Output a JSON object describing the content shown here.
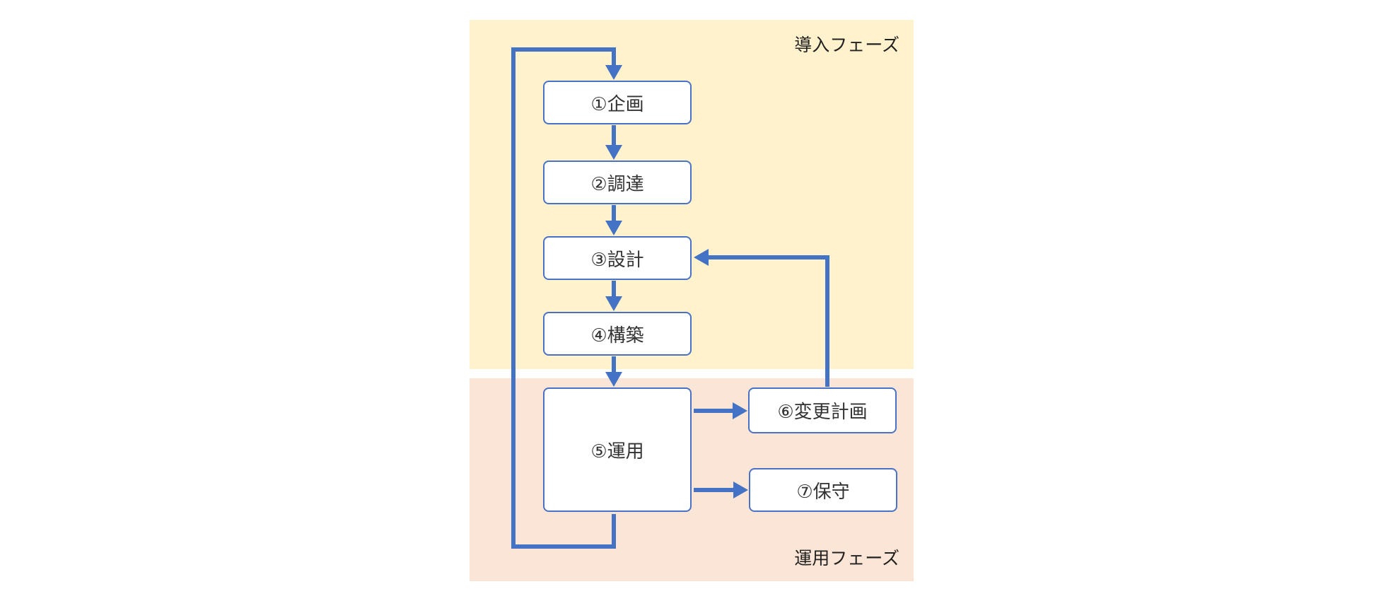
{
  "phases": {
    "intro": {
      "label": "導入フェーズ"
    },
    "operation": {
      "label": "運用フェーズ"
    }
  },
  "steps": [
    {
      "id": "step-1",
      "label": "①企画"
    },
    {
      "id": "step-2",
      "label": "②調達"
    },
    {
      "id": "step-3",
      "label": "③設計"
    },
    {
      "id": "step-4",
      "label": "④構築"
    },
    {
      "id": "step-5",
      "label": "⑤運用"
    },
    {
      "id": "step-6",
      "label": "⑥変更計画"
    },
    {
      "id": "step-7",
      "label": "⑦保守"
    }
  ],
  "colors": {
    "intro_phase_bg": "#fff2cc",
    "operation_phase_bg": "#fbe5d6",
    "arrow": "#4472c4",
    "box_border": "#4a72c4"
  }
}
